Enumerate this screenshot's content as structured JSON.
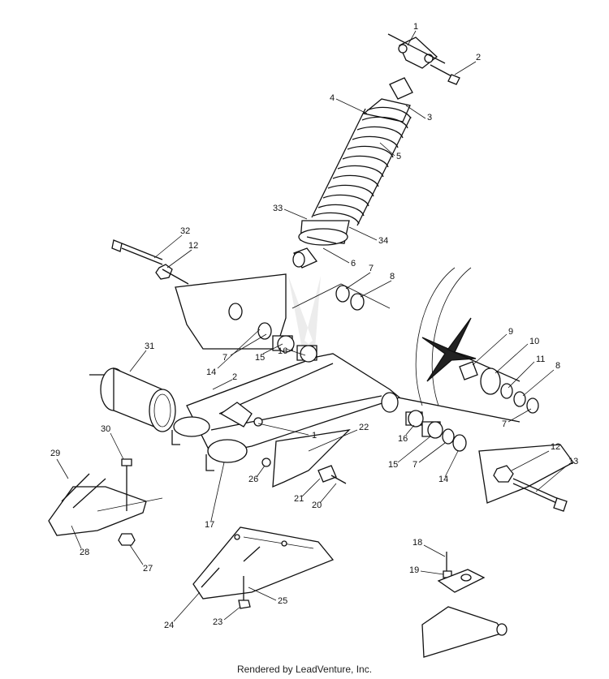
{
  "footer": "Rendered by LeadVenture, Inc.",
  "callouts": {
    "c1a": "1",
    "c2a": "2",
    "c3": "3",
    "c4": "4",
    "c5": "5",
    "c33": "33",
    "c34": "34",
    "c6": "6",
    "c32": "32",
    "c12a": "12",
    "c7a": "7",
    "c8a": "8",
    "c31": "31",
    "c14a": "14",
    "c7b": "7",
    "c15a": "15",
    "c16a": "16",
    "c9": "9",
    "c10": "10",
    "c11": "11",
    "c8b": "8",
    "c7c": "7",
    "c2b": "2",
    "c1b": "1",
    "c22": "22",
    "c16b": "16",
    "c15b": "15",
    "c7d": "7",
    "c14b": "14",
    "c12b": "12",
    "c13": "13",
    "c30": "30",
    "c29": "29",
    "c28": "28",
    "c27": "27",
    "c26": "26",
    "c17": "17",
    "c21": "21",
    "c20": "20",
    "c18": "18",
    "c19": "19",
    "c24": "24",
    "c25": "25",
    "c23": "23"
  }
}
